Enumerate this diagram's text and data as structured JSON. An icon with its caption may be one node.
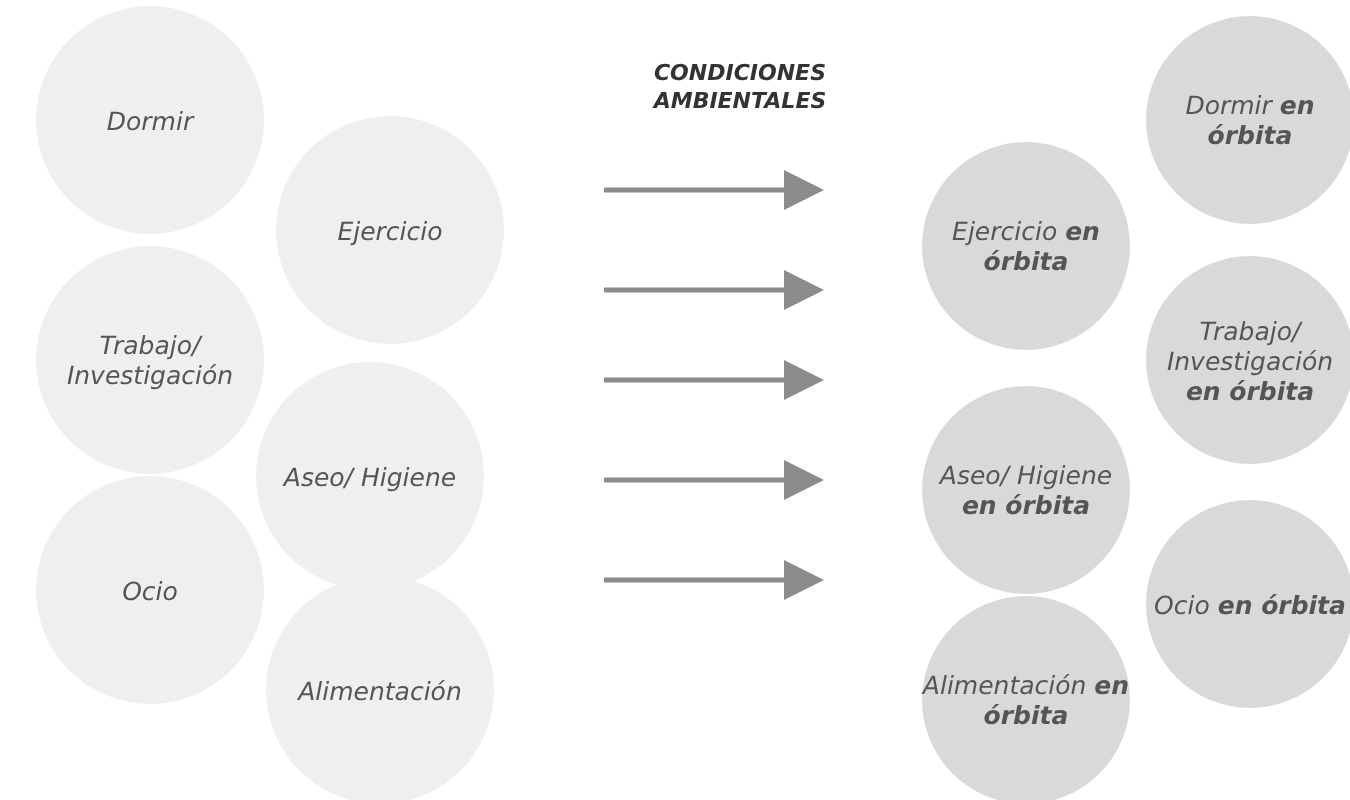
{
  "diagram": {
    "nodes": [
      {
        "text": [
          "Dormir"
        ]
      },
      {
        "text": [
          "Ejercicio"
        ]
      },
      {
        "text": [
          "Trabajo/ Investigación"
        ]
      },
      {
        "text": [
          "Aseo/ Higiene"
        ]
      },
      {
        "text": [
          "Ocio"
        ]
      },
      {
        "text": [
          "Alimentación"
        ]
      },
      {
        "text": [
          "Dormir **en órbita**"
        ]
      },
      {
        "text": [
          "Ejercicio **en órbita**"
        ]
      },
      {
        "text": [
          "Trabajo/ Investigación **en órbita**"
        ]
      },
      {
        "text": [
          "Aseo/ Higiene **en órbita**"
        ]
      },
      {
        "text": [
          "Ocio **en órbita**"
        ]
      },
      {
        "text": [
          "Alimentación **en órbita**"
        ]
      }
    ],
    "labels": [
      "CONDICIONES AMBIENTALES"
    ]
  }
}
